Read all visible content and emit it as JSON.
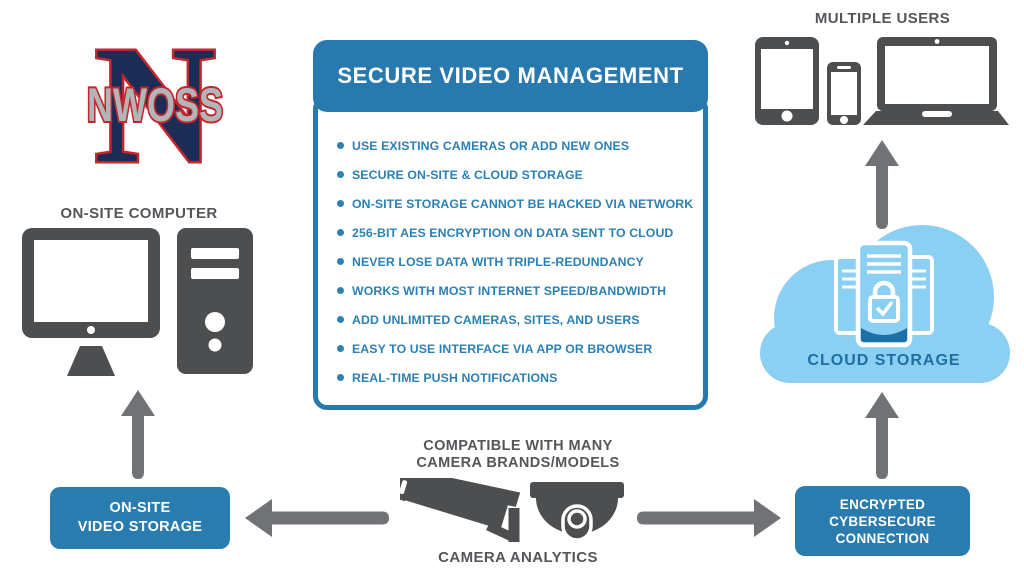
{
  "colors": {
    "accent_blue": "#2879ae",
    "bullet_text_blue": "#2b80b5",
    "cloud_light_blue": "#8bcff2",
    "cloud_deep_blue": "#1e6fa3",
    "arrow_gray": "#717275",
    "icon_dark_gray": "#4d4e50",
    "label_gray": "#55565a",
    "logo_navy": "#1b2d55",
    "logo_red": "#c1272d",
    "logo_silver": "#b3b5b8"
  },
  "logo": {
    "monogram": "N",
    "wordmark": "NWOSS"
  },
  "panel": {
    "title": "SECURE VIDEO MANAGEMENT",
    "bullets": [
      "USE EXISTING CAMERAS OR ADD NEW ONES",
      "SECURE ON-SITE & CLOUD STORAGE",
      "ON-SITE STORAGE CANNOT BE HACKED VIA NETWORK",
      "256-BIT AES ENCRYPTION ON DATA SENT TO CLOUD",
      "NEVER LOSE DATA WITH TRIPLE-REDUNDANCY",
      "WORKS WITH MOST INTERNET SPEED/BANDWIDTH",
      "ADD UNLIMITED CAMERAS, SITES, AND USERS",
      "EASY TO USE INTERFACE VIA APP OR BROWSER",
      "REAL-TIME PUSH NOTIFICATIONS"
    ]
  },
  "onsite_computer": {
    "label": "ON-SITE COMPUTER"
  },
  "multiple_users": {
    "label": "MULTIPLE USERS"
  },
  "cloud": {
    "label": "CLOUD STORAGE"
  },
  "camera_section": {
    "heading_lines": [
      "COMPATIBLE WITH MANY",
      "CAMERA BRANDS/MODELS"
    ],
    "caption": "CAMERA ANALYTICS"
  },
  "onsite_storage_box": {
    "lines": [
      "ON-SITE",
      "VIDEO STORAGE"
    ]
  },
  "encrypted_box": {
    "lines": [
      "ENCRYPTED",
      "CYBERSECURE",
      "CONNECTION"
    ]
  }
}
